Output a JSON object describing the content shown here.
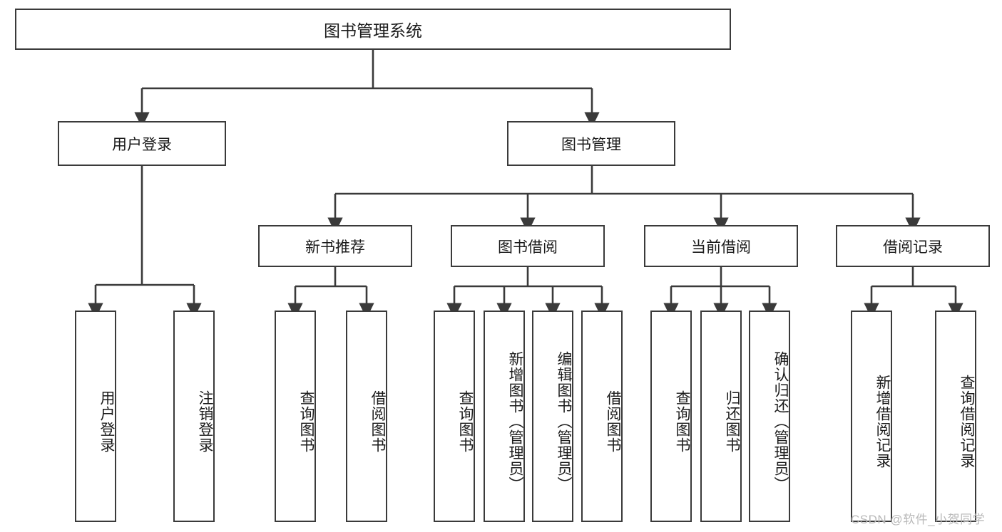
{
  "diagram": {
    "title": "图书管理系统",
    "type": "tree-hierarchy-diagram",
    "root": {
      "label": "图书管理系统"
    },
    "level1": [
      {
        "label": "用户登录"
      },
      {
        "label": "图书管理"
      }
    ],
    "level2": [
      {
        "label": "新书推荐"
      },
      {
        "label": "图书借阅"
      },
      {
        "label": "当前借阅"
      },
      {
        "label": "借阅记录"
      }
    ],
    "leaves": {
      "user_login": [
        {
          "label": "用户登录"
        },
        {
          "label": "注销登录"
        }
      ],
      "new_book_recommend": [
        {
          "label": "查询图书"
        },
        {
          "label": "借阅图书"
        }
      ],
      "book_borrow": [
        {
          "label": "查询图书"
        },
        {
          "label": "新增图书（管理员）"
        },
        {
          "label": "编辑图书（管理员）"
        },
        {
          "label": "借阅图书"
        }
      ],
      "current_borrow": [
        {
          "label": "查询图书"
        },
        {
          "label": "归还图书"
        },
        {
          "label": "确认归还（管理员）"
        }
      ],
      "borrow_record": [
        {
          "label": "新增借阅记录"
        },
        {
          "label": "查询借阅记录"
        }
      ]
    },
    "watermark": "CSDN @软件_小贺同学",
    "colors": {
      "stroke": "#3a3a3a",
      "fill": "#ffffff",
      "text": "#1b1b1b",
      "watermark": "#b9b9b9"
    }
  }
}
